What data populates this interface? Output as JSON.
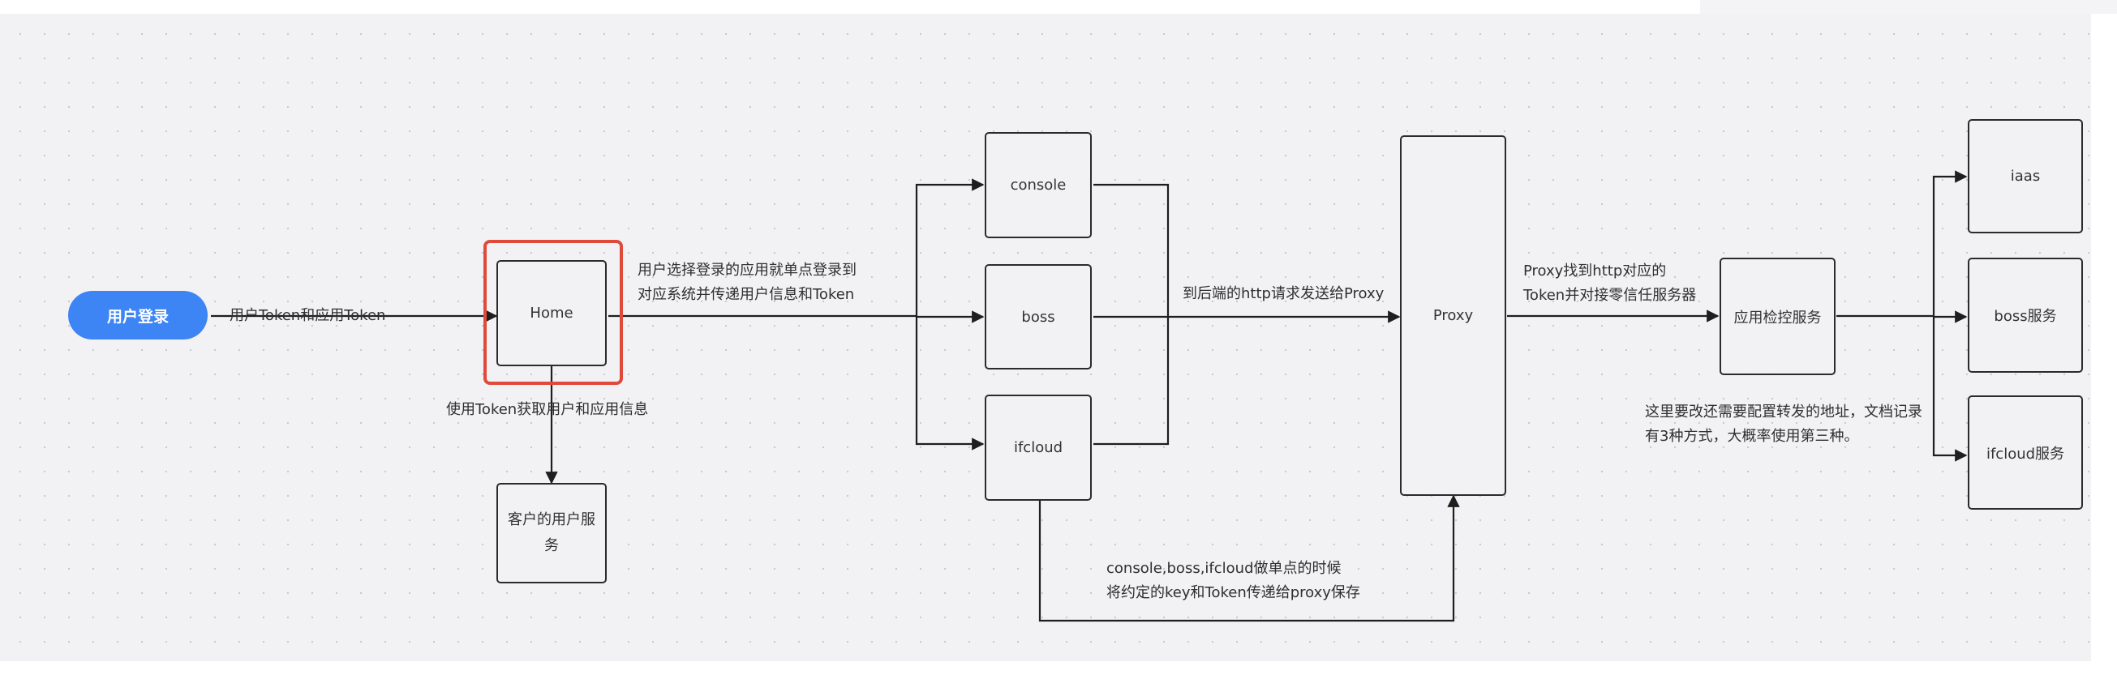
{
  "start": {
    "label": "用户登录"
  },
  "nodes": {
    "home": "Home",
    "customer_user_service": "客户的用户服\n务",
    "console": "console",
    "boss": "boss",
    "ifcloud": "ifcloud",
    "proxy": "Proxy",
    "app_monitor": "应用检控服务",
    "iaas": "iaas",
    "boss_service": "boss服务",
    "ifcloud_service": "ifcloud服务"
  },
  "labels": {
    "token_edge": "用户Token和应用Token",
    "get_info_edge": "使用Token获取用户和应用信息",
    "select_app_line1": "用户选择登录的应用就单点登录到",
    "select_app_line2": "对应系统并传递用户信息和Token",
    "http_to_proxy": "到后端的http请求发送给Proxy",
    "proxy_find_line1": "Proxy找到http对应的",
    "proxy_find_line2": "Token并对接零信任服务器",
    "note_line1": "这里要改还需要配置转发的地址，文档记录",
    "note_line2": "有3种方式，大概率使用第三种。",
    "sso_line1": "console,boss,ifcloud做单点的时候",
    "sso_line2": "将约定的key和Token传递给proxy保存"
  },
  "colors": {
    "canvas": "#f2f2f4",
    "grid_dot": "#c9c9cf",
    "line": "#1e1e1e",
    "start_button": "#3d84f5",
    "highlight": "#e04a3a"
  }
}
